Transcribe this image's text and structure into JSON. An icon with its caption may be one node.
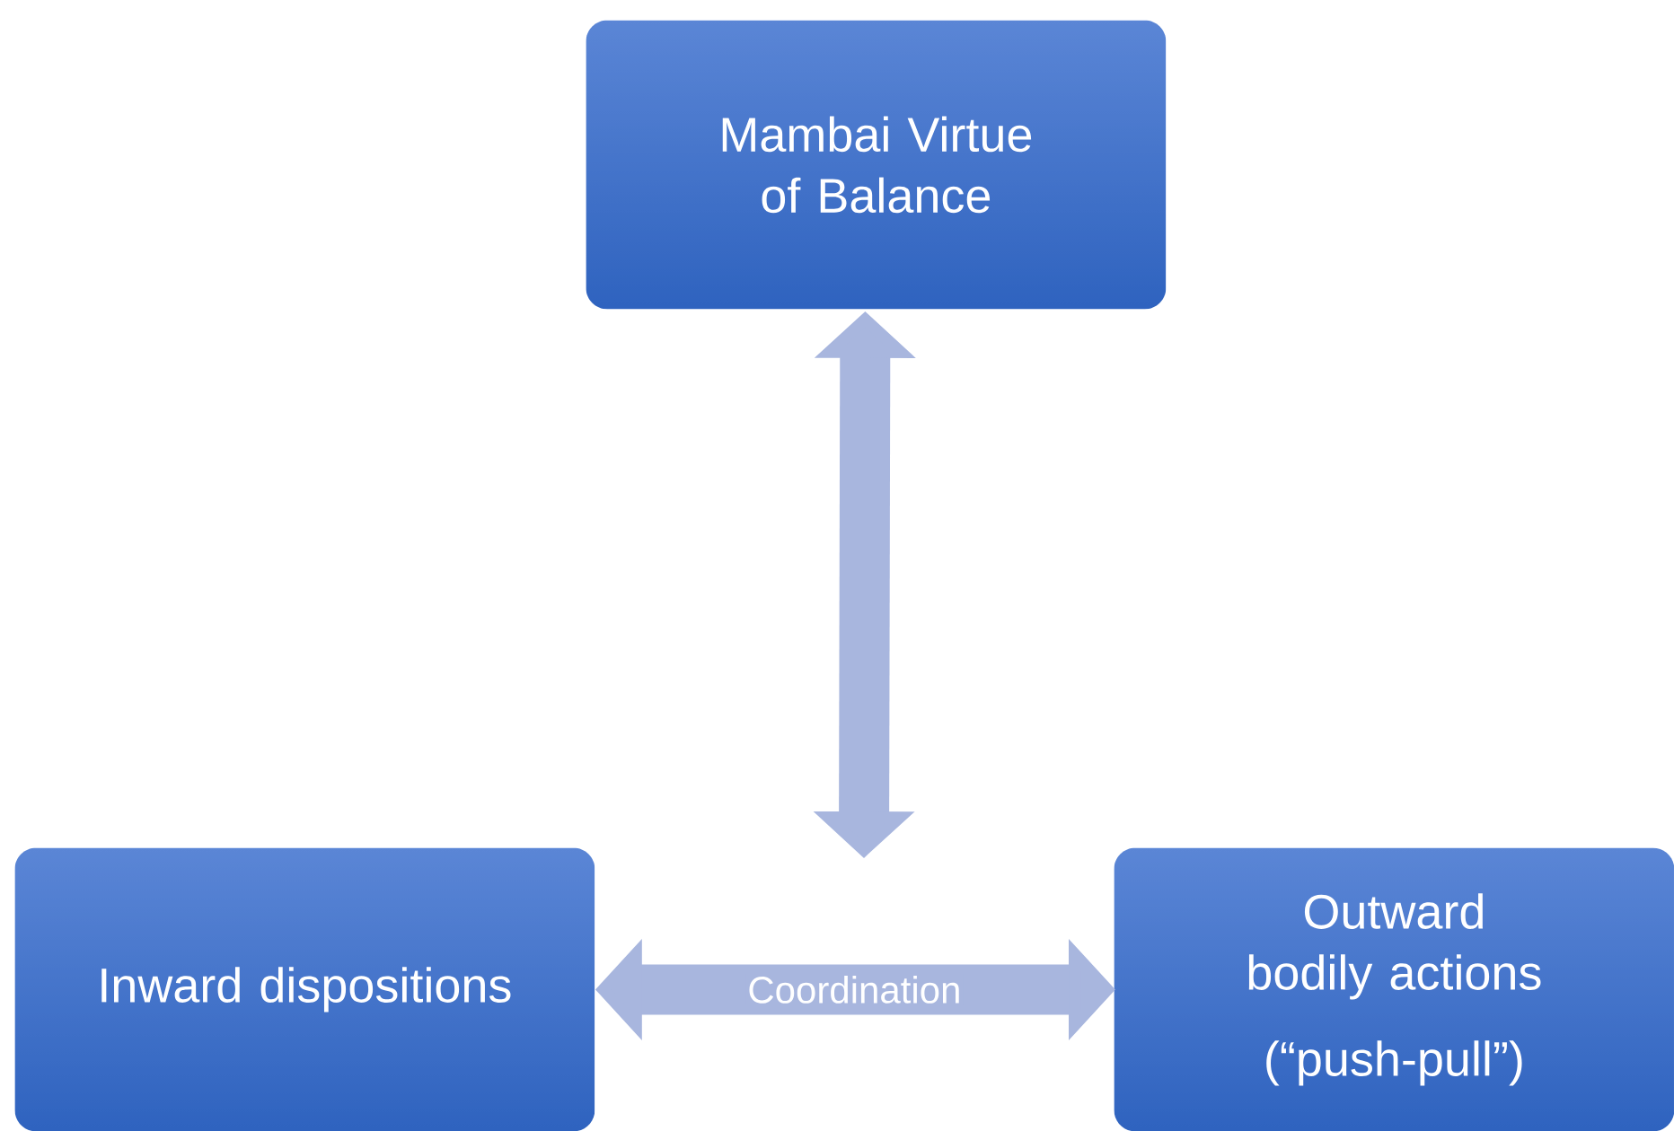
{
  "diagram": {
    "nodes": [
      {
        "text": [
          "Mambai Virtue of Balance"
        ]
      },
      {
        "text": [
          "Inward dispositions"
        ]
      },
      {
        "text": [
          "Outward bodily actions",
          "(“push-pull”)"
        ]
      }
    ],
    "edges": [
      {
        "from": 0,
        "to": null,
        "arrow": "both"
      },
      {
        "from": 1,
        "to": 2,
        "arrow": "both",
        "label": "Coordination"
      }
    ]
  }
}
